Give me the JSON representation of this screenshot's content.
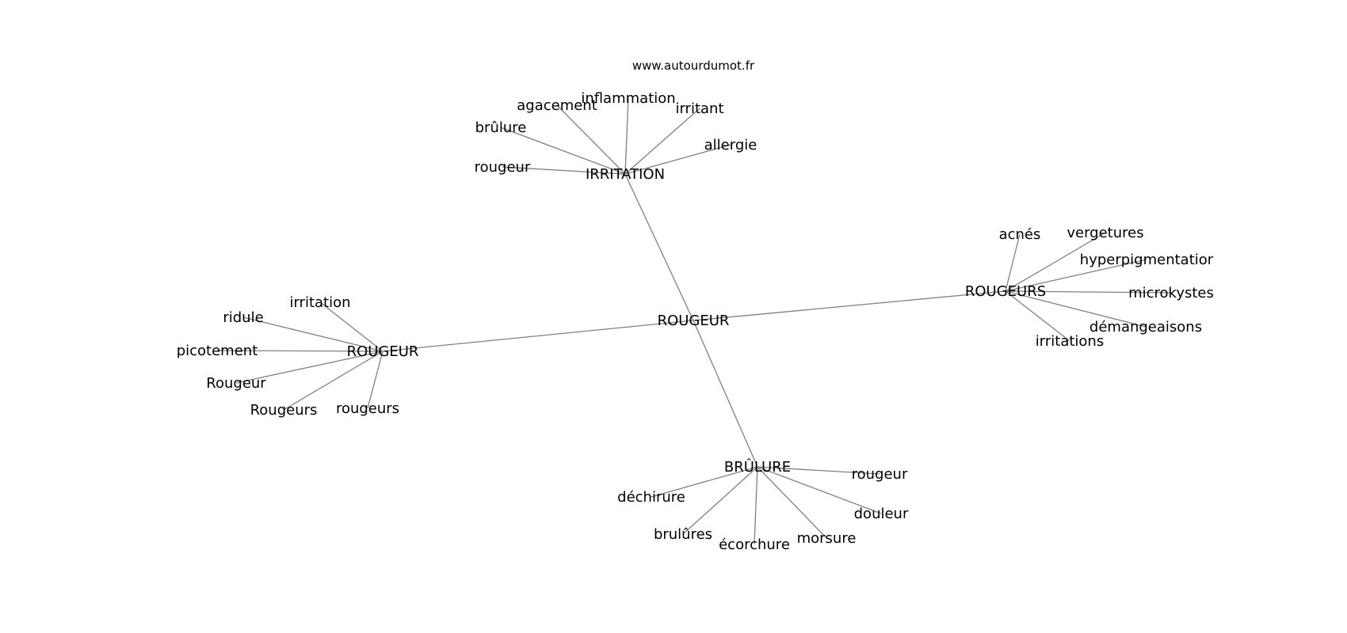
{
  "source": "www.autourdumot.fr",
  "nodes": {
    "root": "ROUGEUR",
    "irritation_hub": "IRRITATION",
    "rougeur_hub": "ROUGEUR",
    "rougeurs_hub": "ROUGEURS",
    "brulure_hub": "BRÛLURE",
    "irr_agacement": "agacement",
    "irr_inflammation": "inflammation",
    "irr_irritant": "irritant",
    "irr_brulure": "brûlure",
    "irr_allergie": "allergie",
    "irr_rougeur": "rougeur",
    "rg_irritation": "irritation",
    "rg_ridule": "ridule",
    "rg_picotement": "picotement",
    "rg_Rougeur": "Rougeur",
    "rg_Rougeurs": "Rougeurs",
    "rg_rougeurs": "rougeurs",
    "rgs_acnes": "acnés",
    "rgs_vergetures": "vergetures",
    "rgs_hyperpigmentation": "hyperpigmentatior",
    "rgs_microkystes": "microkystes",
    "rgs_demangeaisons": "démangeaisons",
    "rgs_irritations": "irritations",
    "br_rougeur": "rougeur",
    "br_dechirure": "déchirure",
    "br_douleur": "douleur",
    "br_brulures": "brulûres",
    "br_ecorchure": "écorchure",
    "br_morsure": "morsure"
  },
  "edges": [
    [
      "root",
      "irritation_hub"
    ],
    [
      "root",
      "rougeur_hub"
    ],
    [
      "root",
      "rougeurs_hub"
    ],
    [
      "root",
      "brulure_hub"
    ],
    [
      "irritation_hub",
      "irr_agacement"
    ],
    [
      "irritation_hub",
      "irr_inflammation"
    ],
    [
      "irritation_hub",
      "irr_irritant"
    ],
    [
      "irritation_hub",
      "irr_brulure"
    ],
    [
      "irritation_hub",
      "irr_allergie"
    ],
    [
      "irritation_hub",
      "irr_rougeur"
    ],
    [
      "rougeur_hub",
      "rg_irritation"
    ],
    [
      "rougeur_hub",
      "rg_ridule"
    ],
    [
      "rougeur_hub",
      "rg_picotement"
    ],
    [
      "rougeur_hub",
      "rg_Rougeur"
    ],
    [
      "rougeur_hub",
      "rg_Rougeurs"
    ],
    [
      "rougeur_hub",
      "rg_rougeurs"
    ],
    [
      "rougeurs_hub",
      "rgs_acnes"
    ],
    [
      "rougeurs_hub",
      "rgs_vergetures"
    ],
    [
      "rougeurs_hub",
      "rgs_hyperpigmentation"
    ],
    [
      "rougeurs_hub",
      "rgs_microkystes"
    ],
    [
      "rougeurs_hub",
      "rgs_demangeaisons"
    ],
    [
      "rougeurs_hub",
      "rgs_irritations"
    ],
    [
      "brulure_hub",
      "br_rougeur"
    ],
    [
      "brulure_hub",
      "br_dechirure"
    ],
    [
      "brulure_hub",
      "br_douleur"
    ],
    [
      "brulure_hub",
      "br_brulures"
    ],
    [
      "brulure_hub",
      "br_ecorchure"
    ],
    [
      "brulure_hub",
      "br_morsure"
    ]
  ]
}
